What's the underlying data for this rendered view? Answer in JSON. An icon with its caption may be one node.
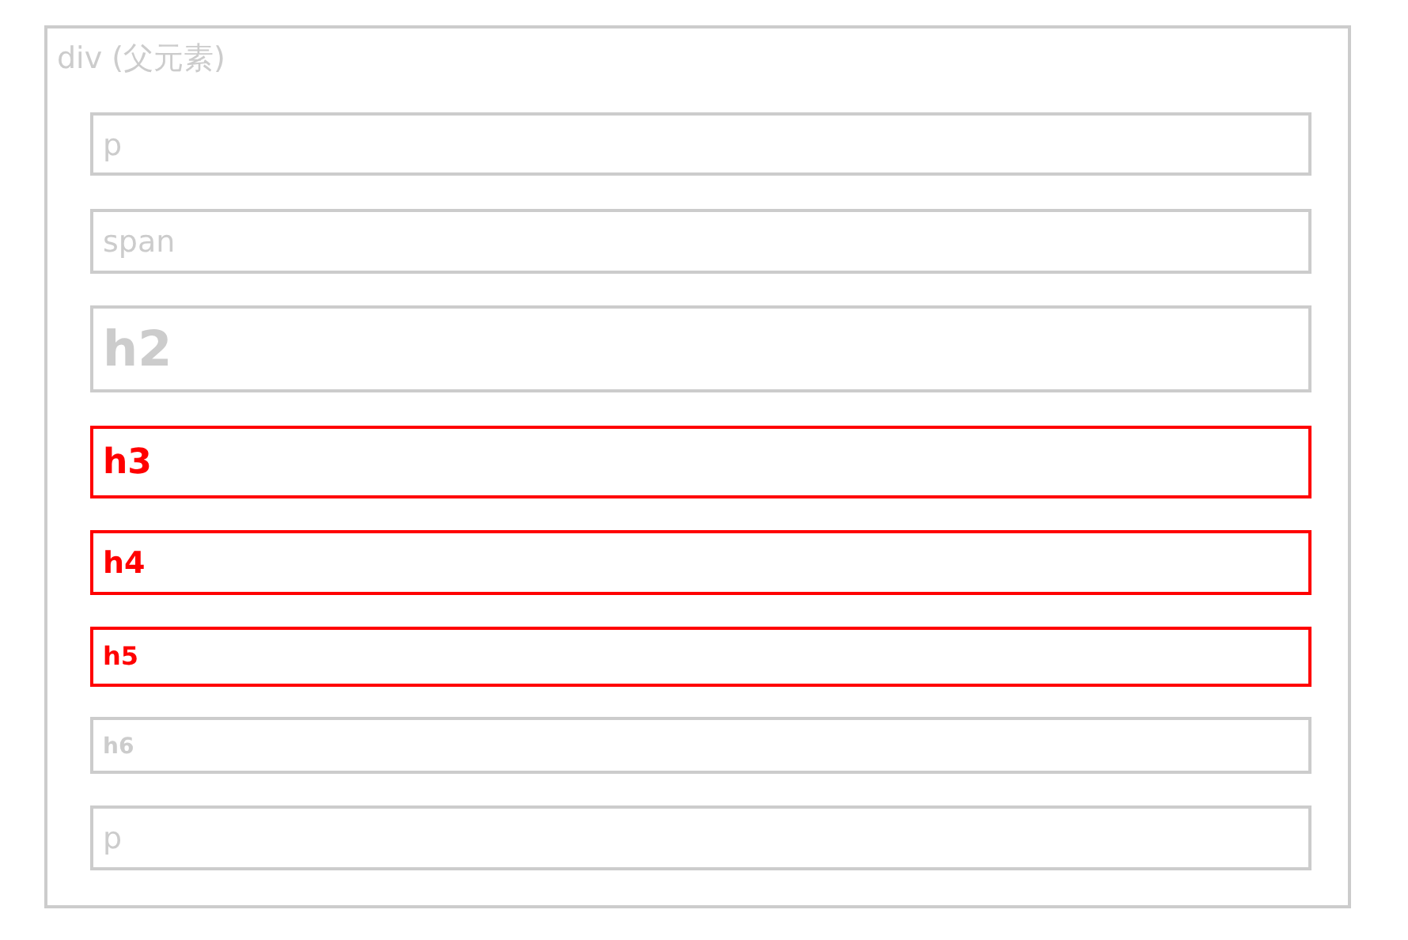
{
  "diagram": {
    "nodes": [
      {
        "text": [
          "div (父元素)"
        ]
      },
      {
        "text": [
          "p"
        ],
        "in": 0
      },
      {
        "text": [
          "span"
        ],
        "in": 0
      },
      {
        "text": [
          "h2"
        ],
        "in": 0
      },
      {
        "text": [
          "h3"
        ],
        "in": 0
      },
      {
        "text": [
          "h4"
        ],
        "in": 0
      },
      {
        "text": [
          "h5"
        ],
        "in": 0
      },
      {
        "text": [
          "h6"
        ],
        "in": 0
      },
      {
        "text": [
          "p"
        ],
        "in": 0
      }
    ],
    "edges": []
  }
}
